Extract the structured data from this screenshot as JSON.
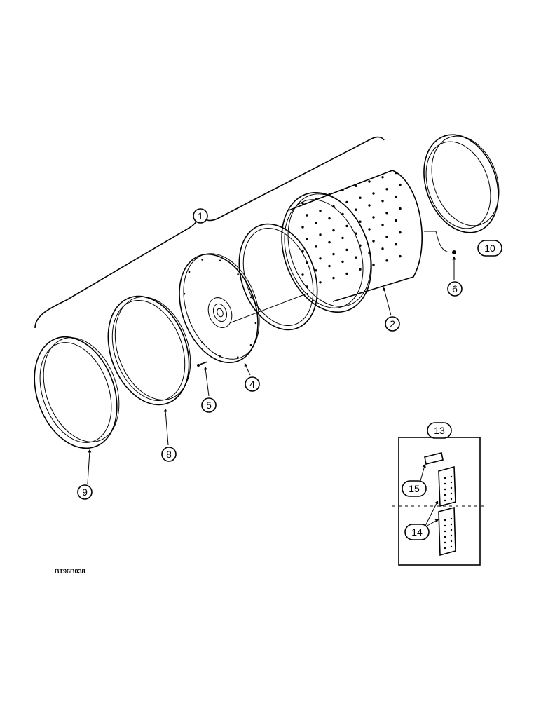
{
  "callouts": {
    "c1": "1",
    "c2": "2",
    "c4": "4",
    "c5": "5",
    "c6": "6",
    "c8": "8",
    "c9": "9",
    "c10": "10",
    "c13": "13",
    "c14": "14",
    "c15": "15"
  },
  "drawing_code": "BT96B038"
}
